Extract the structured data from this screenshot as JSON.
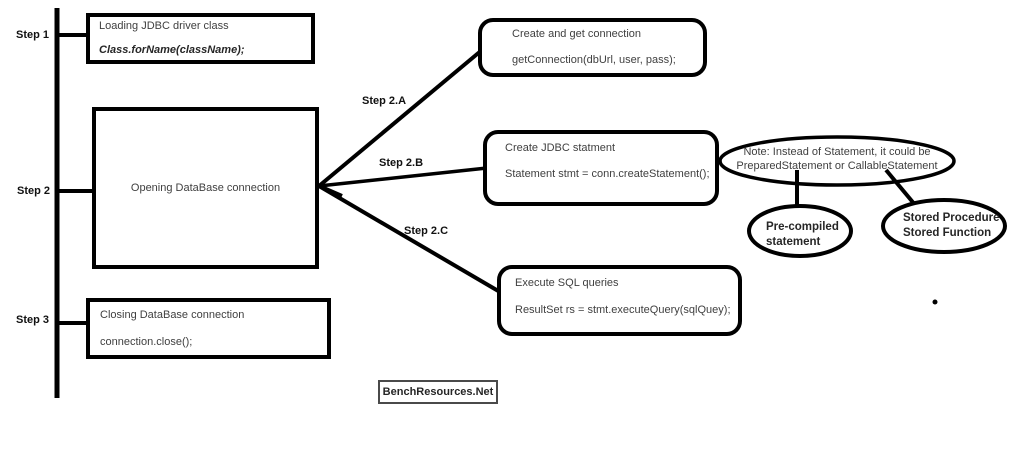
{
  "colors": {
    "border": "#000000",
    "text": "#3f3f3f",
    "label": "#111111",
    "background": "#ffffff"
  },
  "steps": {
    "step1": {
      "label": "Step 1",
      "title": "Loading JDBC driver class",
      "code": "Class.forName(className);"
    },
    "step2": {
      "label": "Step 2",
      "title": "Opening DataBase connection"
    },
    "step3": {
      "label": "Step 3",
      "title": "Closing DataBase connection",
      "code": "connection.close();"
    }
  },
  "branches": {
    "a": {
      "label": "Step 2.A",
      "title": "Create and get connection",
      "code": "getConnection(dbUrl, user, pass);"
    },
    "b": {
      "label": "Step 2.B",
      "title": "Create JDBC statment",
      "code": "Statement stmt = conn.createStatement();"
    },
    "c": {
      "label": "Step 2.C",
      "title": "Execute SQL queries",
      "code": "ResultSet rs = stmt.executeQuery(sqlQuey);"
    }
  },
  "note": {
    "line1": "Note: Instead of Statement, it could be",
    "line2": "PreparedStatement or CallableStatement"
  },
  "precompiled": {
    "line1": "Pre-compiled",
    "line2": "statement"
  },
  "stored": {
    "line1": "Stored Procedure",
    "line2": "Stored Function"
  },
  "watermark": "BenchResources.Net"
}
